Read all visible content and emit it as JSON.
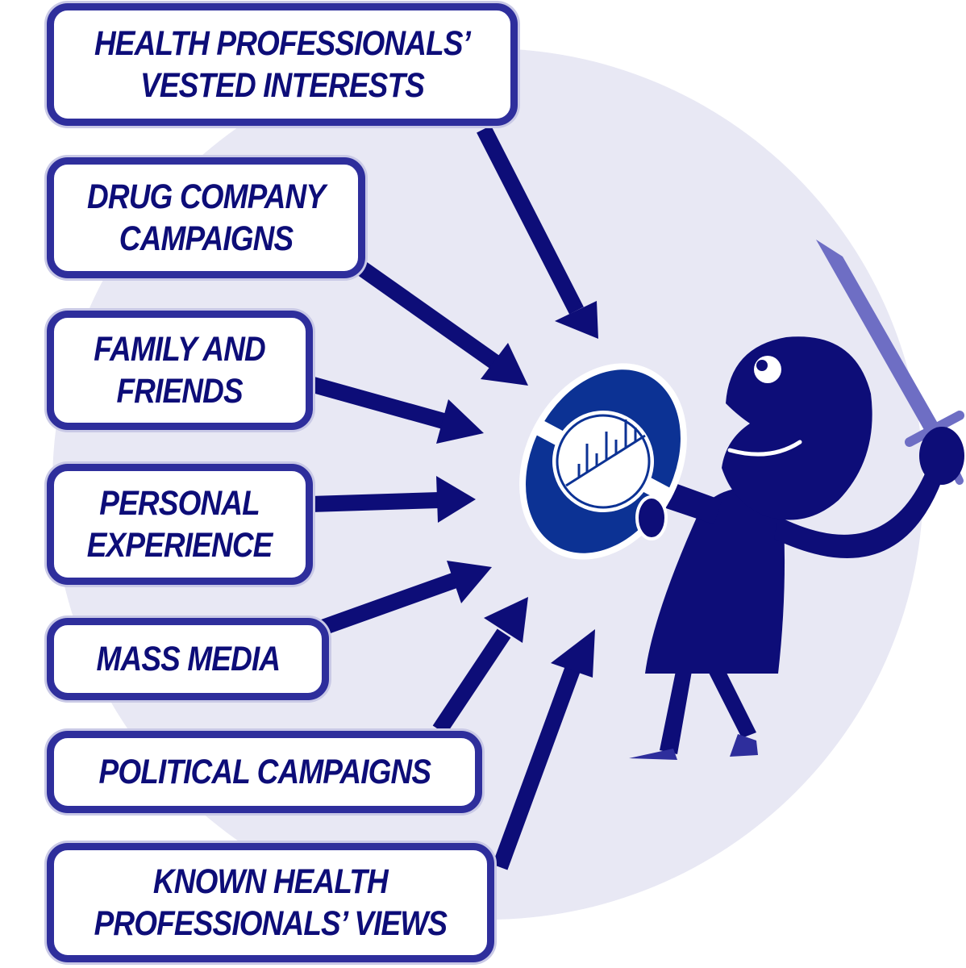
{
  "influences": [
    {
      "line1": "HEALTH PROFESSIONALS’",
      "line2": "VESTED INTERESTS"
    },
    {
      "line1": "DRUG COMPANY",
      "line2": "CAMPAIGNS"
    },
    {
      "line1": "FAMILY AND",
      "line2": "FRIENDS"
    },
    {
      "line1": "PERSONAL",
      "line2": "EXPERIENCE"
    },
    {
      "line1": "MASS MEDIA"
    },
    {
      "line1": "POLITICAL CAMPAIGNS"
    },
    {
      "line1": "KNOWN HEALTH",
      "line2": "PROFESSIONALS’ VIEWS"
    }
  ],
  "colors": {
    "navy": "#0d0d78",
    "box_border": "#2e2e9c",
    "background_circle": "#e8e8f4",
    "shield_blue": "#0c3294",
    "sword": "#6e6ec4"
  },
  "icons": {
    "figure": "person-with-sword-and-shield",
    "shield_emblem": "scale-chart-icon"
  }
}
